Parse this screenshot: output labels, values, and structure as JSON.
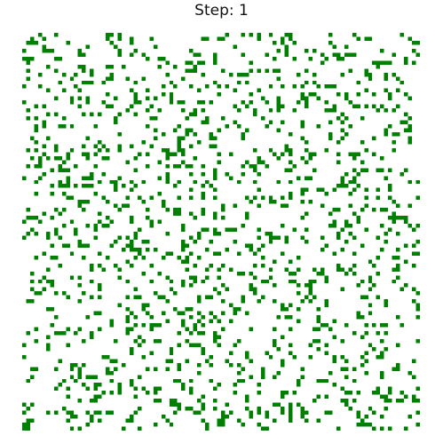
{
  "title": {
    "prefix": "Step:",
    "step": "1"
  },
  "grid": {
    "rows": 100,
    "cols": 100,
    "alive_color": "#008000",
    "dead_color": "#ffffff",
    "density": 0.15,
    "seed": 1
  }
}
